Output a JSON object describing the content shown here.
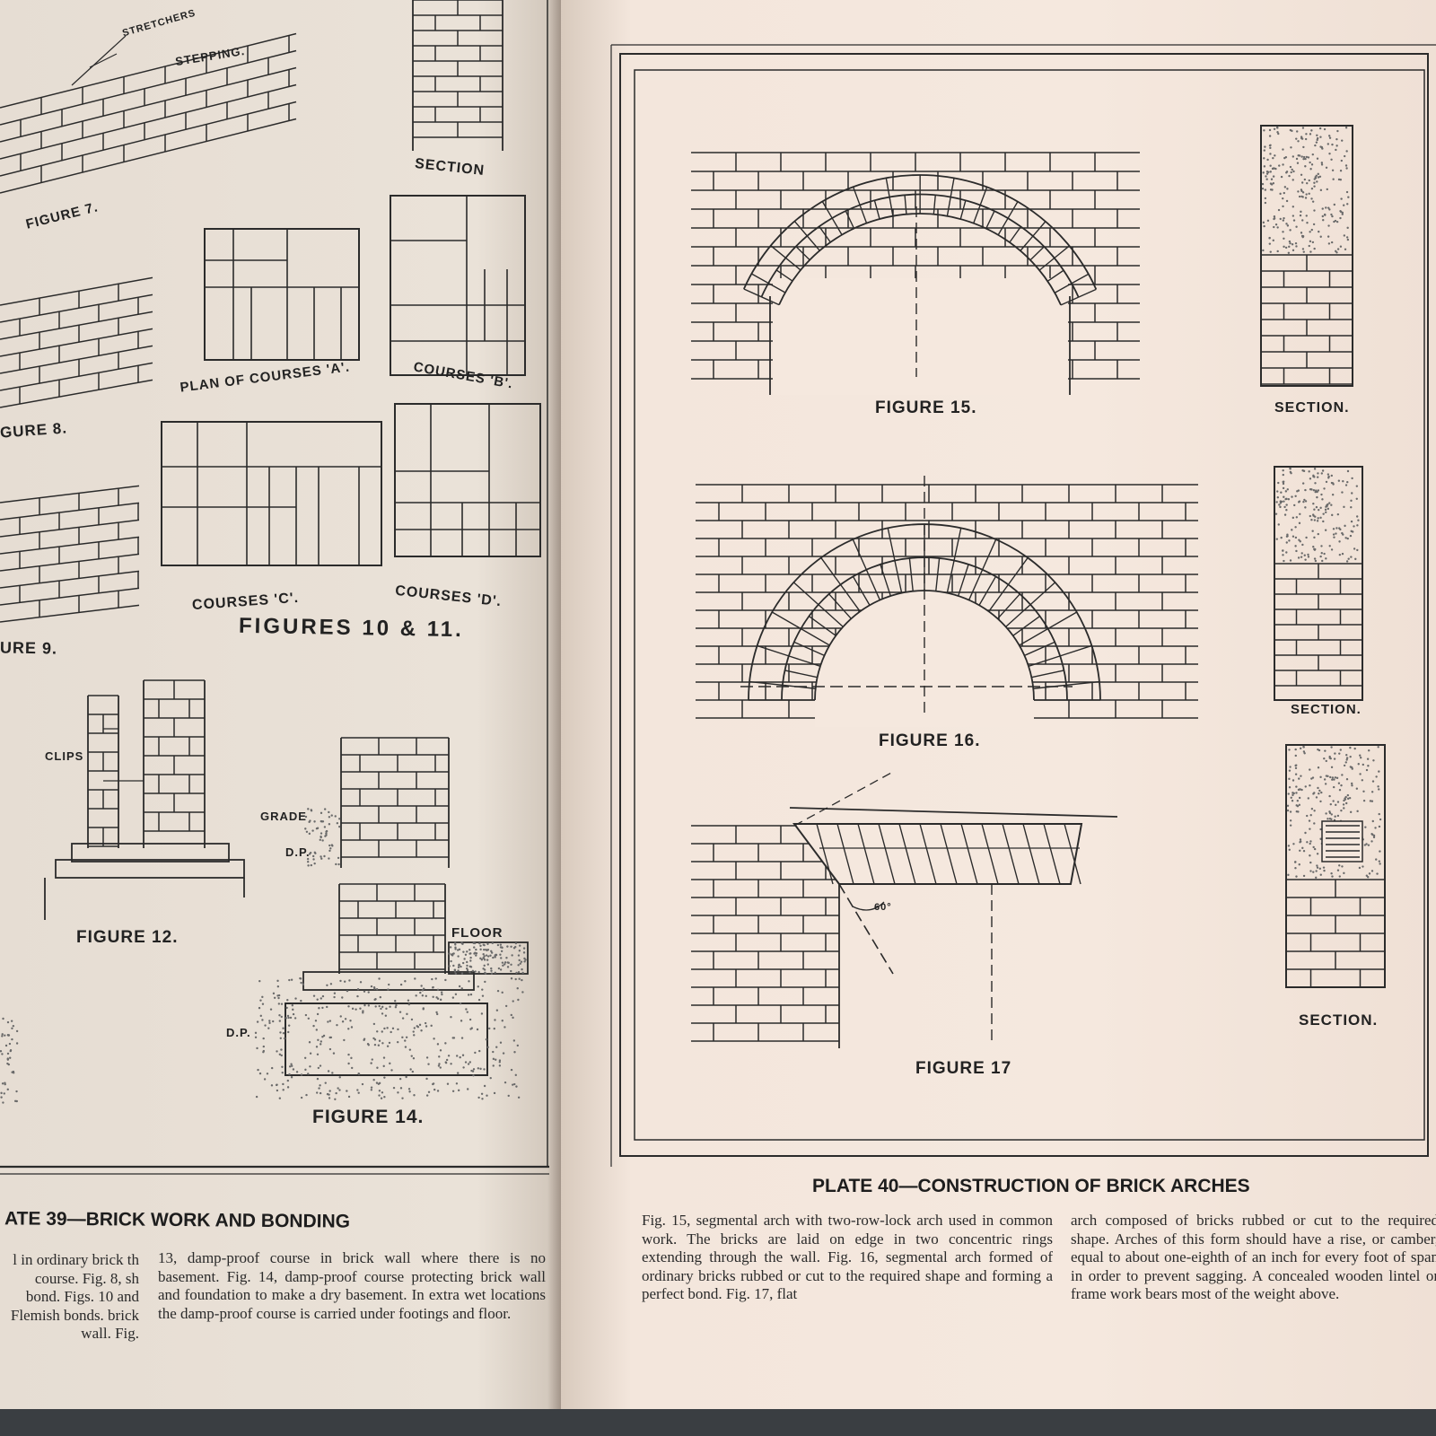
{
  "left_page": {
    "labels": {
      "stretchers": "STRETCHERS",
      "stepping": "STEPPING.",
      "section_top": "SECTION",
      "figure_7": "FIGURE 7.",
      "plan_courses_a": "PLAN OF COURSES 'A'.",
      "courses_b": "COURSES 'B'.",
      "figure_8": "GURE 8.",
      "courses_c": "COURSES 'C'.",
      "courses_d": "COURSES 'D'.",
      "figures_10_11": "FIGURES 10 & 11.",
      "figure_9": "URE 9.",
      "clips": "CLIPS",
      "grade": "GRADE",
      "dp_1": "D.P.",
      "floor": "FLOOR",
      "dp_2": "D.P.",
      "figure_12": "FIGURE 12.",
      "figure_14": "FIGURE 14."
    },
    "plate_title": "ATE 39—BRICK WORK AND BONDING",
    "col1": "l in ordinary brick th course. Fig. 8, sh bond. Figs. 10 and Flemish bonds. brick wall. Fig.",
    "col2": "13, damp-proof course in brick wall where there is no basement. Fig. 14, damp-proof course protecting brick wall and foundation to make a dry basement. In extra wet locations the damp-proof course is carried under footings and floor."
  },
  "right_page": {
    "labels": {
      "figure_15": "FIGURE 15.",
      "section_15": "SECTION.",
      "figure_16": "FIGURE 16.",
      "section_16": "SECTION.",
      "angle": "60°",
      "figure_17": "FIGURE 17",
      "section_17": "SECTION."
    },
    "plate_title": "PLATE 40—CONSTRUCTION OF BRICK ARCHES",
    "col1": "Fig. 15, segmental arch with two-row-lock arch used in common work. The bricks are laid on edge in two concentric rings extending through the wall. Fig. 16, segmental arch formed of ordinary bricks rubbed or cut to the required shape and forming a perfect bond. Fig. 17, flat",
    "col2": "arch composed of bricks rubbed or cut to the required shape. Arches of this form should have a rise, or camber, equal to about one-eighth of an inch for every foot of span in order to prevent sagging. A concealed wooden lintel or frame work bears most of the weight above."
  },
  "colors": {
    "ink": "#2b2b2b",
    "paper_left": "#eae2d8",
    "paper_right": "#f5e8de",
    "stipple": "#6a6a6a"
  }
}
